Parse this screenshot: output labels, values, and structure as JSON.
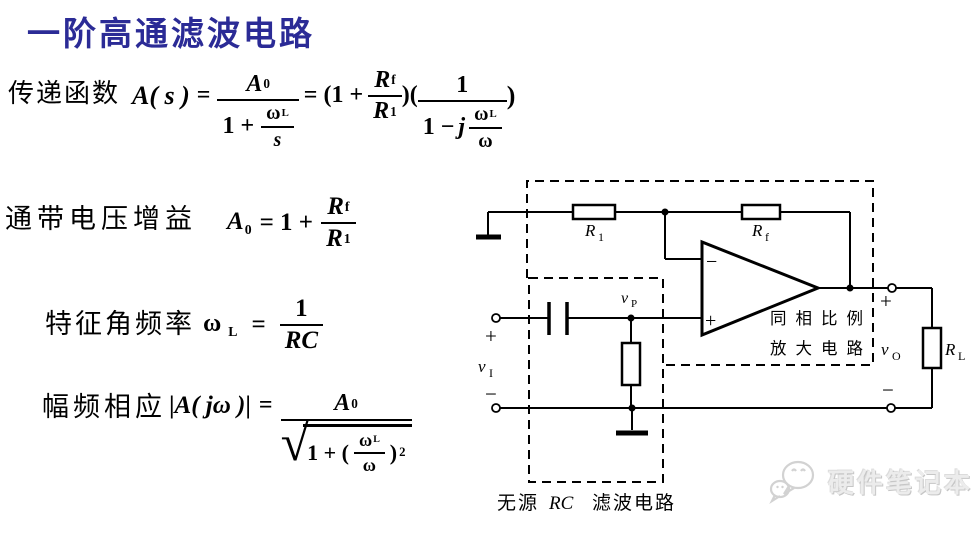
{
  "title": "一阶高通滤波电路",
  "colors": {
    "title": "#2b2b96",
    "text": "#000000",
    "watermark": "#ececec"
  },
  "formulas": {
    "transfer": {
      "label": "传递函数",
      "lhs": "A( s )",
      "eq": "=",
      "num_base": "A",
      "num_sub": "0",
      "den_pre": "1 +",
      "den_num": "ω",
      "den_num_sub": "L",
      "den_den": "s",
      "eq2": "= (1 +",
      "rf_num": "R",
      "rf_num_sub": "f",
      "rf_den": "R",
      "rf_den_sub": "1",
      "mid": ")(",
      "num2": "1",
      "den2_pre": "1 −",
      "den2_j": "j",
      "den2_num": "ω",
      "den2_num_sub": "L",
      "den2_den": "ω",
      "close": ")"
    },
    "gain": {
      "label": "通带电压增益",
      "lhs_base": "A",
      "lhs_sub": "0",
      "eq": "= 1 +",
      "num_base": "R",
      "num_sub": "f",
      "den_base": "R",
      "den_sub": "1"
    },
    "freq": {
      "label": "特征角频率",
      "lhs_base": "ω",
      "lhs_sub": "L",
      "eq": "=",
      "num": "1",
      "den": "RC"
    },
    "mag": {
      "label": "幅频相应",
      "bar_open": "|",
      "lhs": "A( jω )",
      "bar_close": "|",
      "eq": "=",
      "num_base": "A",
      "num_sub": "0",
      "sqrt_sym": "√",
      "body_pre": "1 + (",
      "inner_num": "ω",
      "inner_num_sub": "L",
      "inner_den": "ω",
      "body_close": ")",
      "sup": "2"
    }
  },
  "circuit": {
    "r1_base": "R",
    "r1_sub": "1",
    "rf_base": "R",
    "rf_sub": "f",
    "vp_base": "v",
    "vp_sub": "P",
    "vi_base": "v",
    "vi_sub": "I",
    "vo_base": "v",
    "vo_sub": "O",
    "rl_base": "R",
    "rl_sub": "L",
    "plus_in": "+",
    "minus_in": "−",
    "plus_out": "+",
    "minus_out": "−",
    "opamp_minus": "−",
    "opamp_plus": "+",
    "amp_label_1": "同相比例",
    "amp_label_2": "放大电路",
    "rc_label_pre": "无源",
    "rc_label_var": "RC",
    "rc_label_post": "滤波电路"
  },
  "watermark": {
    "text": "硬件笔记本"
  }
}
